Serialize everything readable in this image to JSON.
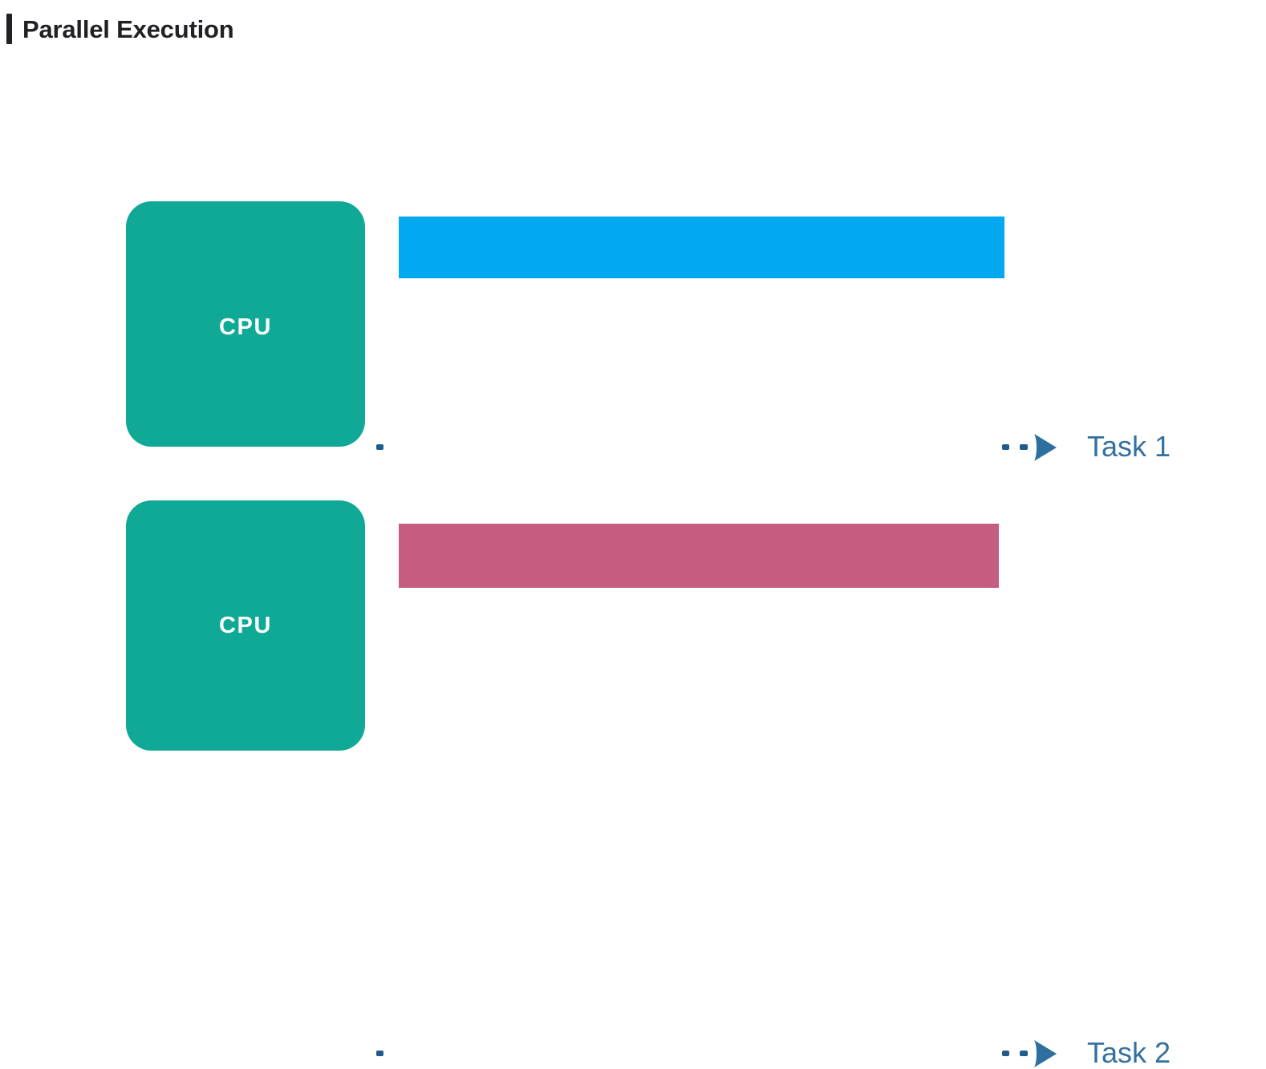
{
  "page": {
    "title_rule": "|",
    "title": "Parallel Execution",
    "background_color": "#ffffff"
  },
  "colors": {
    "cpu_fill": "#0fa995",
    "cpu_text": "#ffffff",
    "task1_bar": "#03a9f0",
    "task2_bar": "#c45d7f",
    "connector": "#1f5c8b",
    "arrow": "#2d6f9e",
    "label_text": "#35709f",
    "title_text": "#202124"
  },
  "diagram": {
    "type": "parallel-execution-diagram",
    "lanes": [
      {
        "id": "lane-1",
        "processor_label": "CPU",
        "bar_color": "#03a9f0",
        "task_label": "Task 1",
        "arrow_icon": "arrow-right-triangle-icon"
      },
      {
        "id": "lane-2",
        "processor_label": "CPU",
        "bar_color": "#c45d7f",
        "task_label": "Task 2",
        "arrow_icon": "arrow-right-triangle-icon"
      }
    ]
  }
}
